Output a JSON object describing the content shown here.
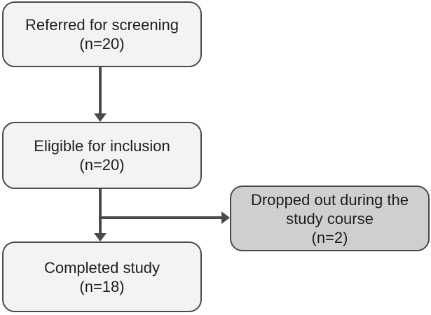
{
  "flowchart": {
    "referred": {
      "line1": "Referred for screening",
      "line2": "(n=20)"
    },
    "eligible": {
      "line1": "Eligible for inclusion",
      "line2": "(n=20)"
    },
    "completed": {
      "line1": "Completed study",
      "line2": "(n=18)"
    },
    "dropped": {
      "line1": "Dropped out during the",
      "line2": "study course",
      "line3": "(n=2)"
    }
  },
  "colors": {
    "box_fill": "#f3f3f3",
    "box_fill_highlight": "#cfcfcf",
    "stroke": "#4a4a4a"
  }
}
